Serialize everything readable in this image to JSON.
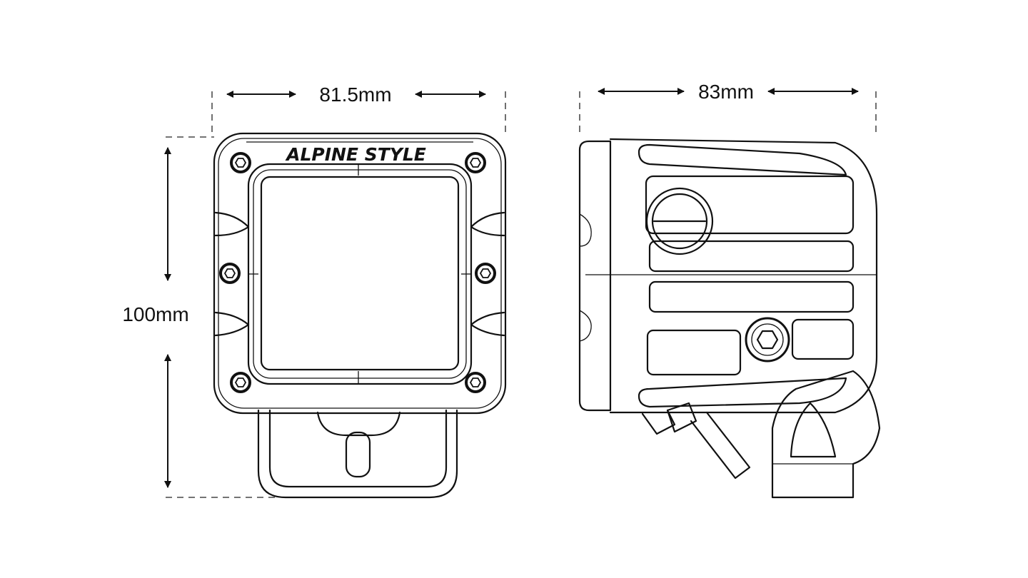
{
  "dimensions": {
    "front_width": "81.5mm",
    "side_depth": "83mm",
    "height": "100mm"
  },
  "product": {
    "logo_text": "ALPINE STYLE"
  },
  "colors": {
    "line": "#111111",
    "background": "#ffffff"
  }
}
